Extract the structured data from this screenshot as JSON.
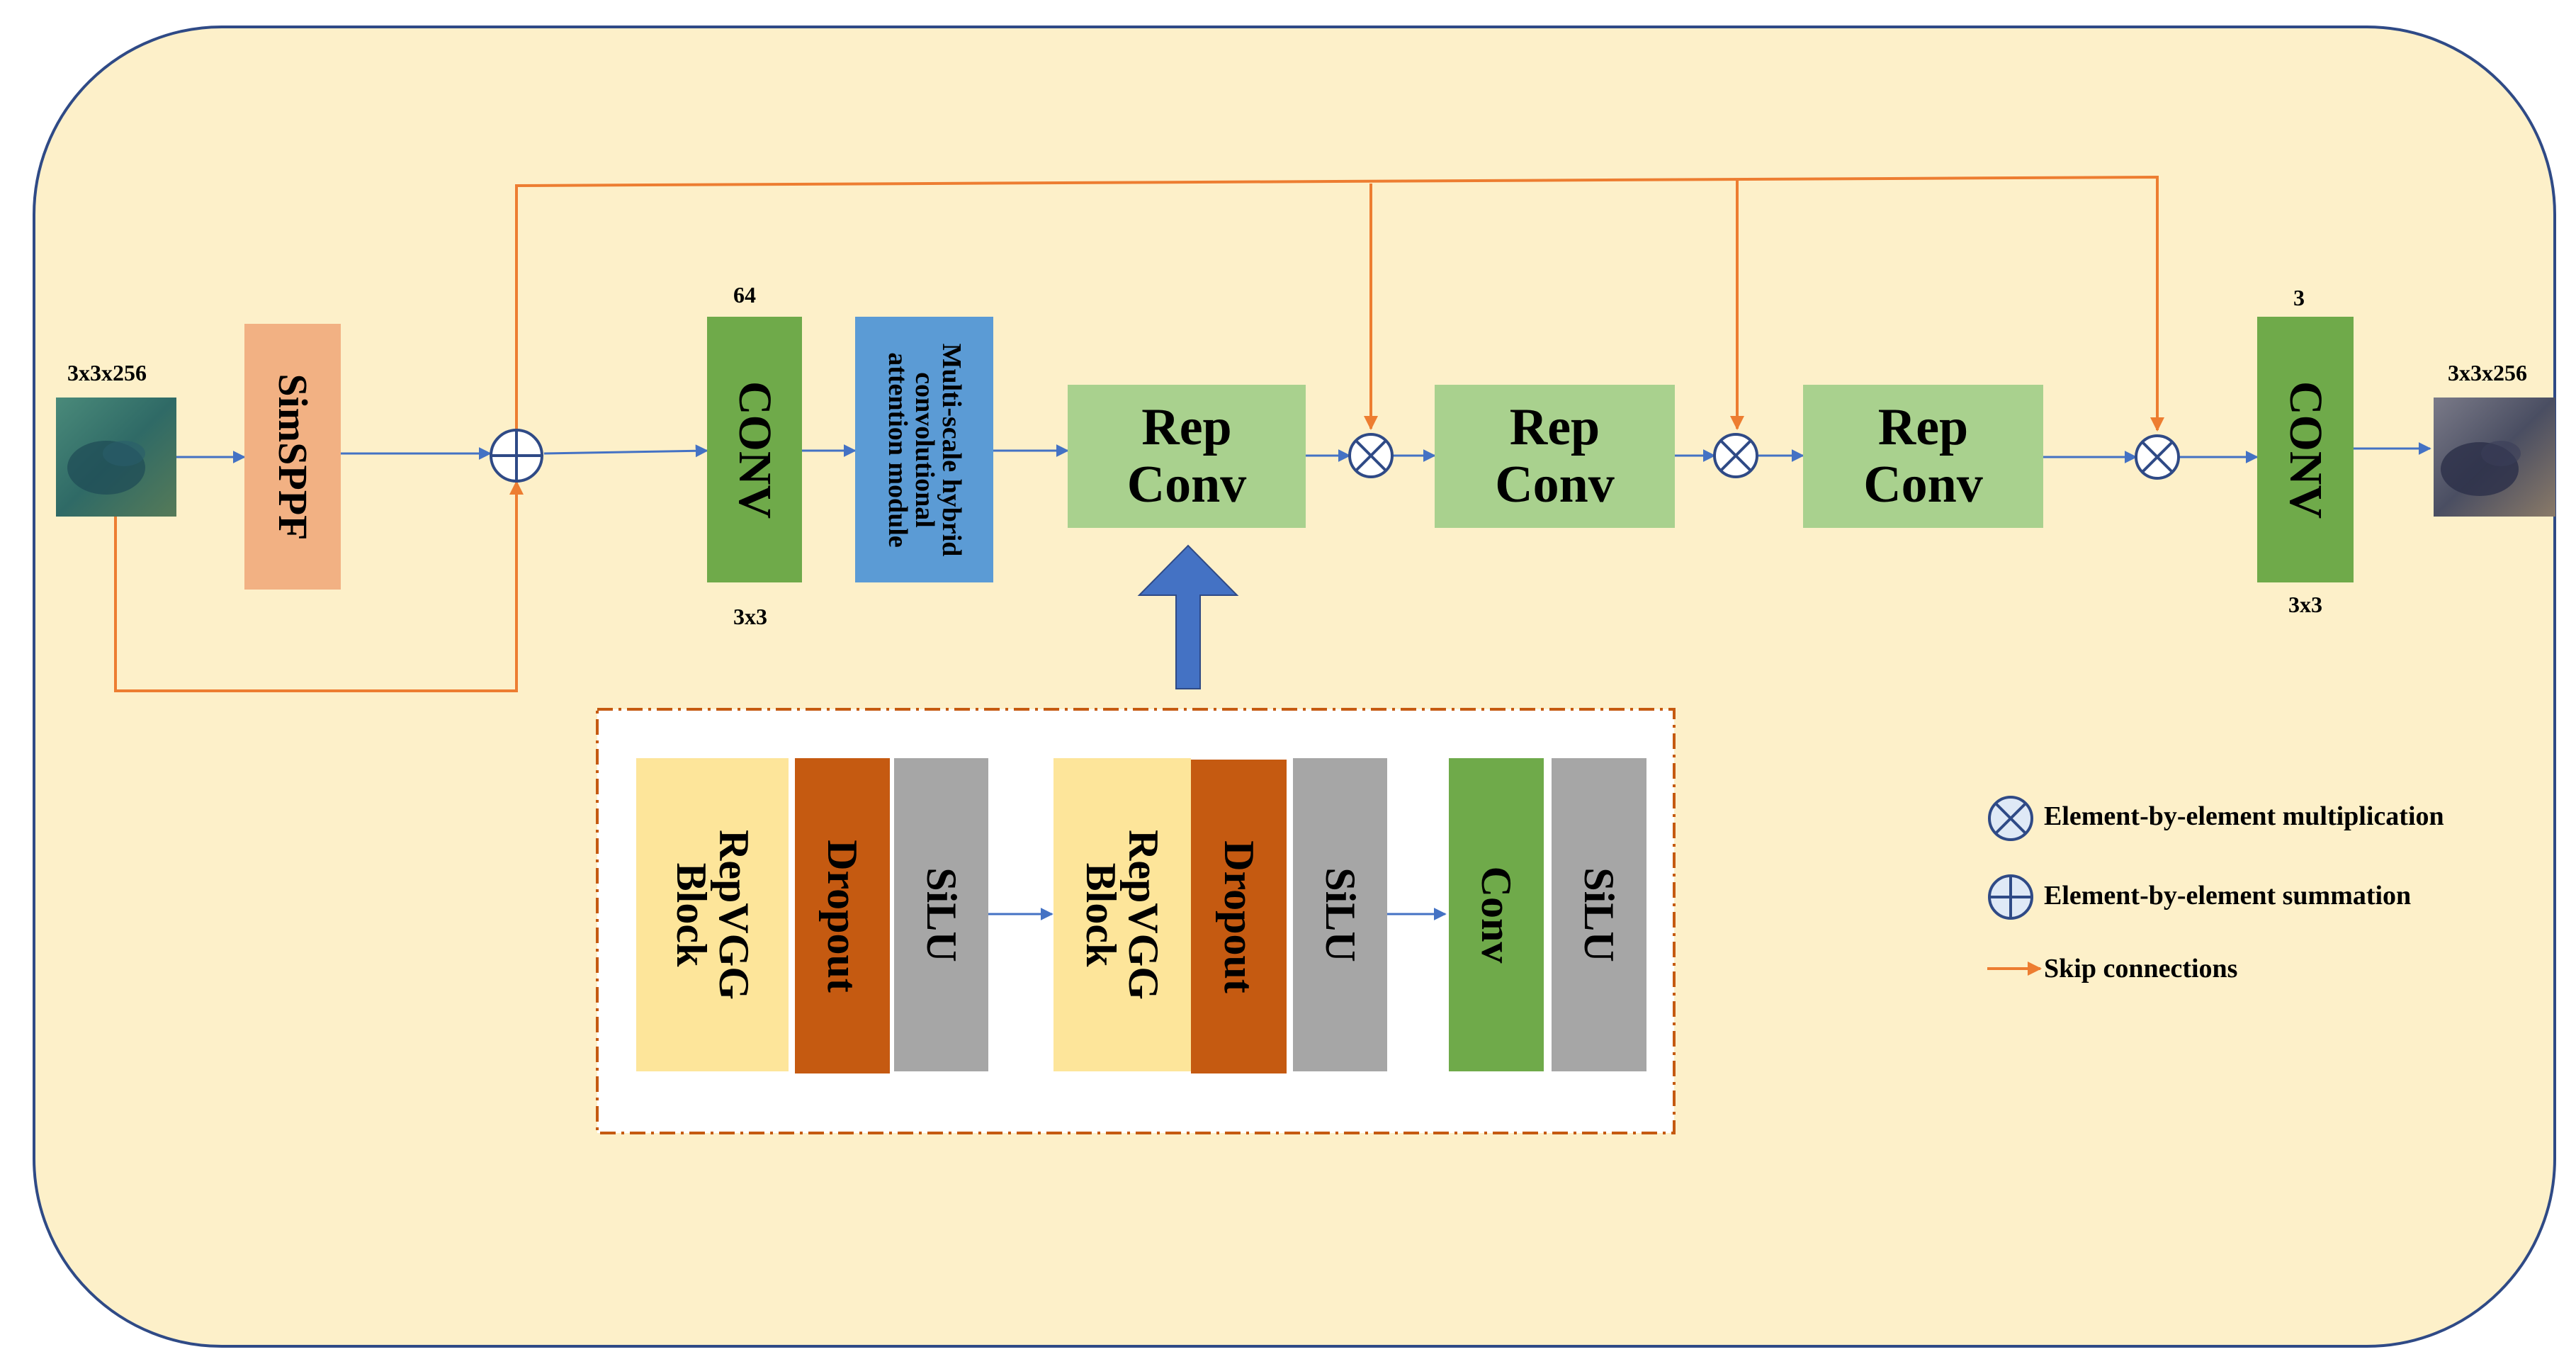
{
  "input": {
    "dim_label": "3x3x256"
  },
  "output": {
    "dim_label": "3x3x256"
  },
  "simsppf": {
    "label": "SimSPPF"
  },
  "conv1": {
    "label": "CONV",
    "top_label": "64",
    "bottom_label": "3x3"
  },
  "attention": {
    "label": "Multi-scale hybrid convolutional attention module"
  },
  "repconv": [
    {
      "line1": "Rep",
      "line2": "Conv"
    },
    {
      "line1": "Rep",
      "line2": "Conv"
    },
    {
      "line1": "Rep",
      "line2": "Conv"
    }
  ],
  "conv2": {
    "label": "CONV",
    "top_label": "3",
    "bottom_label": "3x3"
  },
  "detail": {
    "group1": {
      "repvgg": "RepVGG Block",
      "dropout": "Dropout",
      "silu": "SiLU"
    },
    "group2": {
      "repvgg": "RepVGG Block",
      "dropout": "Dropout",
      "silu": "SiLU"
    },
    "group3": {
      "conv": "Conv",
      "silu": "SiLU"
    }
  },
  "legend": {
    "multiplication": "Element-by-element multiplication",
    "summation": "Element-by-element summation",
    "skip": "Skip connections"
  },
  "colors": {
    "background": "#fdf0c9",
    "frame": "#2f4a86",
    "simsppf": "#f2b183",
    "conv": "#6faa4a",
    "attention": "#5b9bd5",
    "repconv": "#a9d18e",
    "repvgg": "#fde59a",
    "dropout": "#c55a11",
    "silu": "#a6a6a6",
    "skip_arrow": "#ed7d31",
    "flow_arrow": "#4472c4",
    "operator": "#2f4a86"
  }
}
